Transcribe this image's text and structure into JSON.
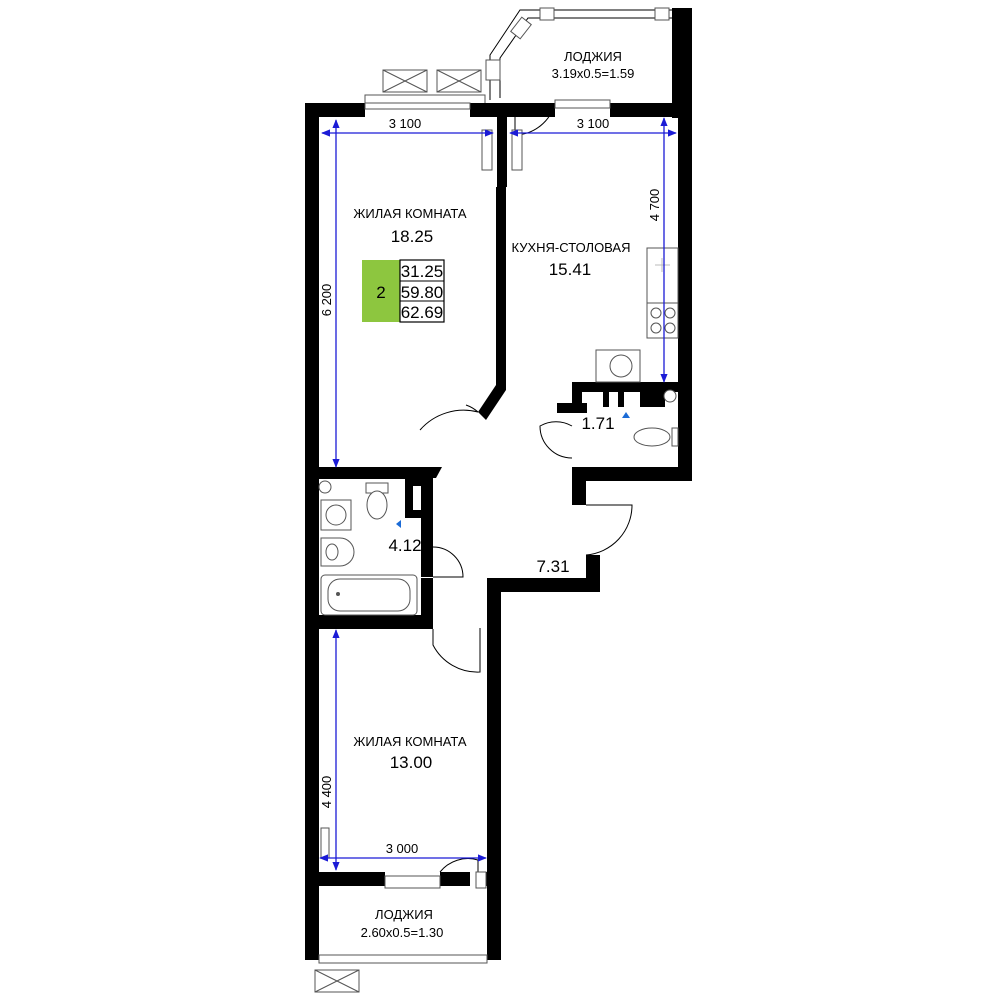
{
  "apartment": {
    "rooms_count": "2",
    "living_area": "31.25",
    "total_area": "59.80",
    "total_area_with_loggia": "62.69",
    "badge_color": "#8dc63f"
  },
  "rooms": {
    "living_room_1": {
      "name": "ЖИЛАЯ КОМНАТА",
      "area": "18.25"
    },
    "kitchen": {
      "name": "КУХНЯ-СТОЛОВАЯ",
      "area": "15.41"
    },
    "wc": {
      "area": "1.71"
    },
    "bathroom": {
      "area": "4.12"
    },
    "hall": {
      "area": "7.31"
    },
    "living_room_2": {
      "name": "ЖИЛАЯ КОМНАТА",
      "area": "13.00"
    },
    "loggia_top": {
      "name": "ЛОДЖИЯ",
      "formula": "3.19x0.5=1.59"
    },
    "loggia_bottom": {
      "name": "ЛОДЖИЯ",
      "formula": "2.60x0.5=1.30"
    }
  },
  "dimensions": {
    "room1_width": "3 100",
    "room1_length": "6 200",
    "kitchen_width": "3 100",
    "kitchen_length": "4 700",
    "room2_width": "3 000",
    "room2_length": "4 400"
  },
  "colors": {
    "dimension_line": "#1b1bd6",
    "wall": "#000000"
  }
}
